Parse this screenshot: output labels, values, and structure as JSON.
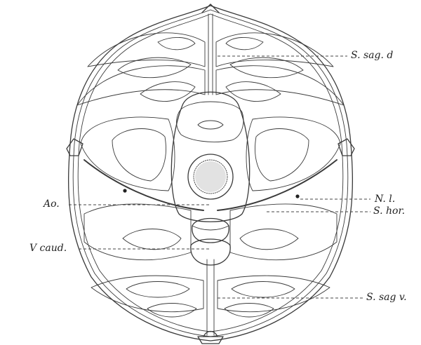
{
  "labels": {
    "s_sag_d": "S. sag. d",
    "n_l": "N. l.",
    "ao": "Ao.",
    "s_hor": "S. hor.",
    "v_caud": "V caud.",
    "s_sag_v": "S. sag v."
  }
}
